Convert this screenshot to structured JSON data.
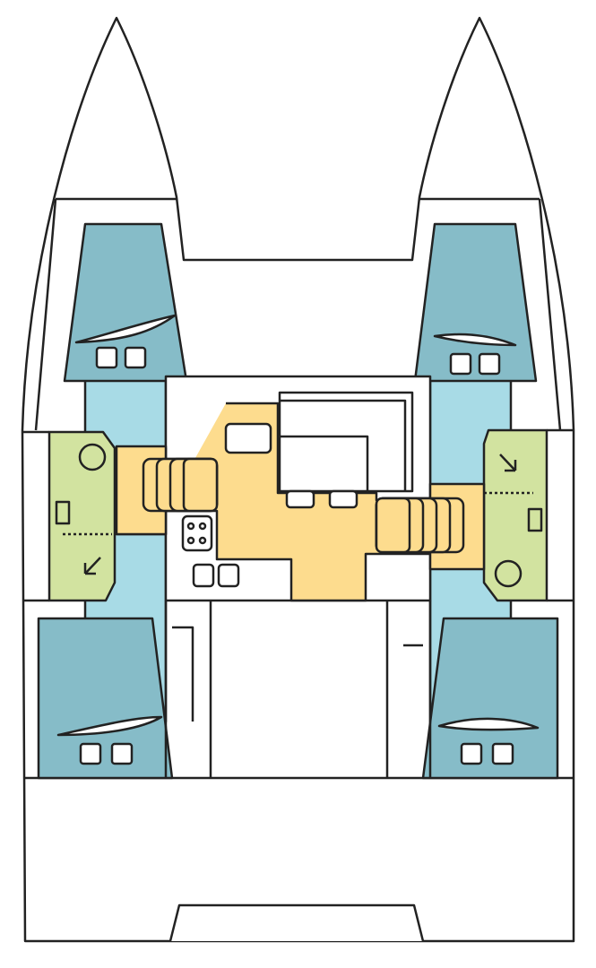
{
  "diagram": {
    "type": "catamaran-deck-layout",
    "colors": {
      "cabin": "#86bcc8",
      "corridor": "#a8dbe6",
      "saloon": "#fddc8e",
      "head": "#d2e3a0",
      "outline": "#222222",
      "background": "#ffffff"
    },
    "cabins": 4,
    "heads": 2,
    "stairs": 2
  }
}
